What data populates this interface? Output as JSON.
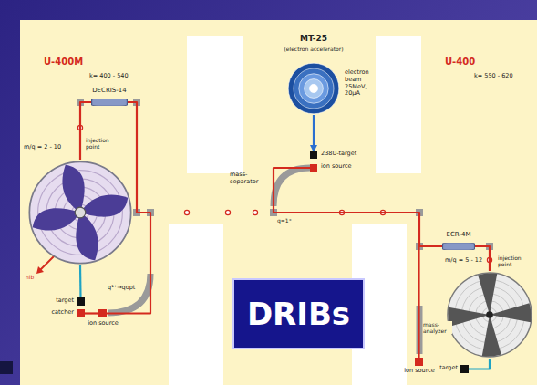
{
  "diagram": {
    "nodes": [
      {
        "text": [
          "U-400M",
          "k= 400 - 540"
        ]
      },
      {
        "text": [
          "DECRIS-14"
        ]
      },
      {
        "text": [
          "MT-25",
          "(electron accelerator)",
          "electron beam 25MeV, 20μA"
        ]
      },
      {
        "text": [
          "238U-target"
        ]
      },
      {
        "text": [
          "ion source"
        ]
      },
      {
        "text": [
          "U-400",
          "k= 550 - 620"
        ]
      },
      {
        "text": [
          "ECR-4M"
        ]
      },
      {
        "text": [
          "target"
        ]
      },
      {
        "text": [
          "ion source"
        ]
      },
      {
        "text": [
          "target"
        ]
      },
      {
        "text": [
          "catcher"
        ]
      },
      {
        "text": [
          "ion source"
        ]
      },
      {
        "text": [
          "DRIBs"
        ]
      }
    ],
    "edges": [
      {
        "from": 1,
        "to": 0,
        "arrow": "none"
      },
      {
        "from": 2,
        "to": 3,
        "arrow": "to"
      },
      {
        "from": 0,
        "to": 9,
        "arrow": "none"
      },
      {
        "from": 11,
        "to": 1,
        "arrow": "none"
      },
      {
        "from": 4,
        "to": 6,
        "arrow": "none"
      },
      {
        "from": 6,
        "to": 5,
        "arrow": "none"
      },
      {
        "from": 8,
        "to": 6,
        "arrow": "none"
      },
      {
        "from": 5,
        "to": 7,
        "arrow": "none"
      },
      {
        "from": 10,
        "to": 11,
        "arrow": "none"
      }
    ],
    "labels": [
      "m/q = 2 - 10",
      "injection point",
      "nib",
      "q¹⁺→qopt",
      "mass-separator",
      "q=1⁺",
      "m/q = 5 - 12",
      "injection point",
      "mass-analyzer"
    ]
  }
}
